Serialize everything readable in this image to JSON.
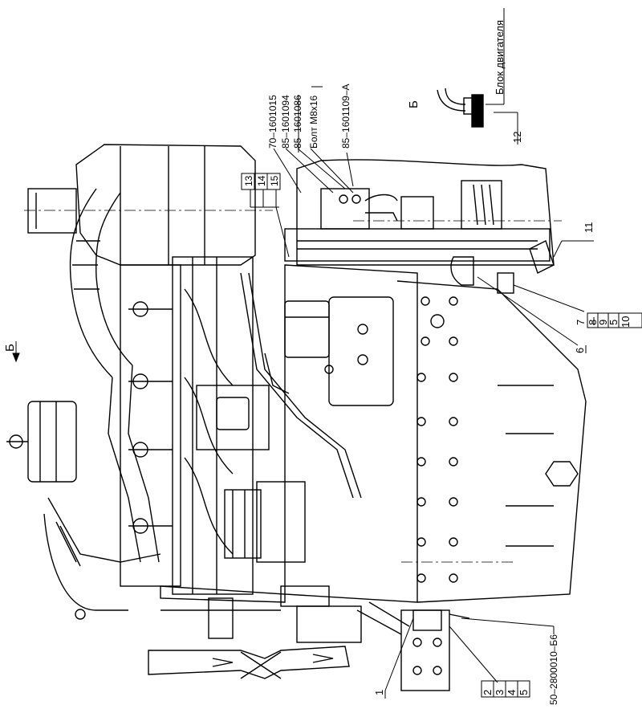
{
  "labels": {
    "view_b_top": "Б",
    "view_b_side": "Б",
    "block_text": "Блок двигателя",
    "p70": "70–1601015",
    "p85a": "85–1601094",
    "p85b": "85–1601086",
    "bolt": "Болт М8х16",
    "p85c": "85–1601109–А",
    "n1": "1",
    "n2": "2",
    "n3": "3",
    "n4": "4",
    "n5a": "5",
    "n5b": "5",
    "n6": "6",
    "n7": "7",
    "n8": "8",
    "n9": "9",
    "n10": "10",
    "n11": "11",
    "n12": "12",
    "n13": "13",
    "n14": "14",
    "n15": "15",
    "p50": "50–2800010–Б6"
  }
}
